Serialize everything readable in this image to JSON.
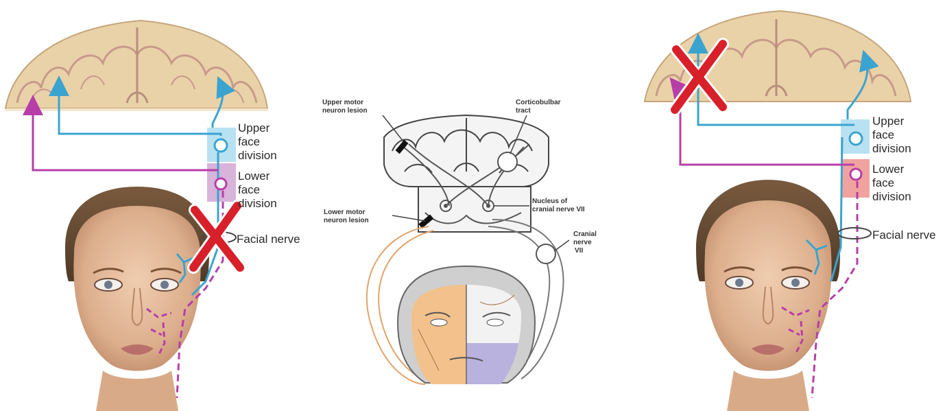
{
  "left_panel": {
    "upper_face_division": [
      "Upper",
      "face",
      "division"
    ],
    "lower_face_division": [
      "Lower",
      "face",
      "division"
    ],
    "facial_nerve": "Facial nerve"
  },
  "center_panel": {
    "upper_motor_neuron_lesion": [
      "Upper motor",
      "neuron lesion"
    ],
    "corticobulbar_tract": [
      "Corticobulbar",
      "tract"
    ],
    "lower_motor_neuron_lesion": [
      "Lower motor",
      "neuron lesion"
    ],
    "nucleus_cranial_nerve": [
      "Nucleus of",
      "cranial nerve VII"
    ],
    "cranial_nerve": [
      "Cranial",
      "nerve",
      "VII"
    ]
  },
  "right_panel": {
    "upper_face_division": [
      "Upper",
      "face",
      "division"
    ],
    "lower_face_division": [
      "Lower",
      "face",
      "division"
    ],
    "facial_nerve": "Facial nerve"
  },
  "colors": {
    "upper_pathway": "#3ba3d0",
    "lower_pathway": "#b73ea8",
    "lesion_mark": "#d8202a",
    "brain_tissue": "#e8cfa3",
    "skin": "#e2b794",
    "center_left_face": "#f2c18c",
    "center_lower_right_face": "#b9b1de"
  }
}
